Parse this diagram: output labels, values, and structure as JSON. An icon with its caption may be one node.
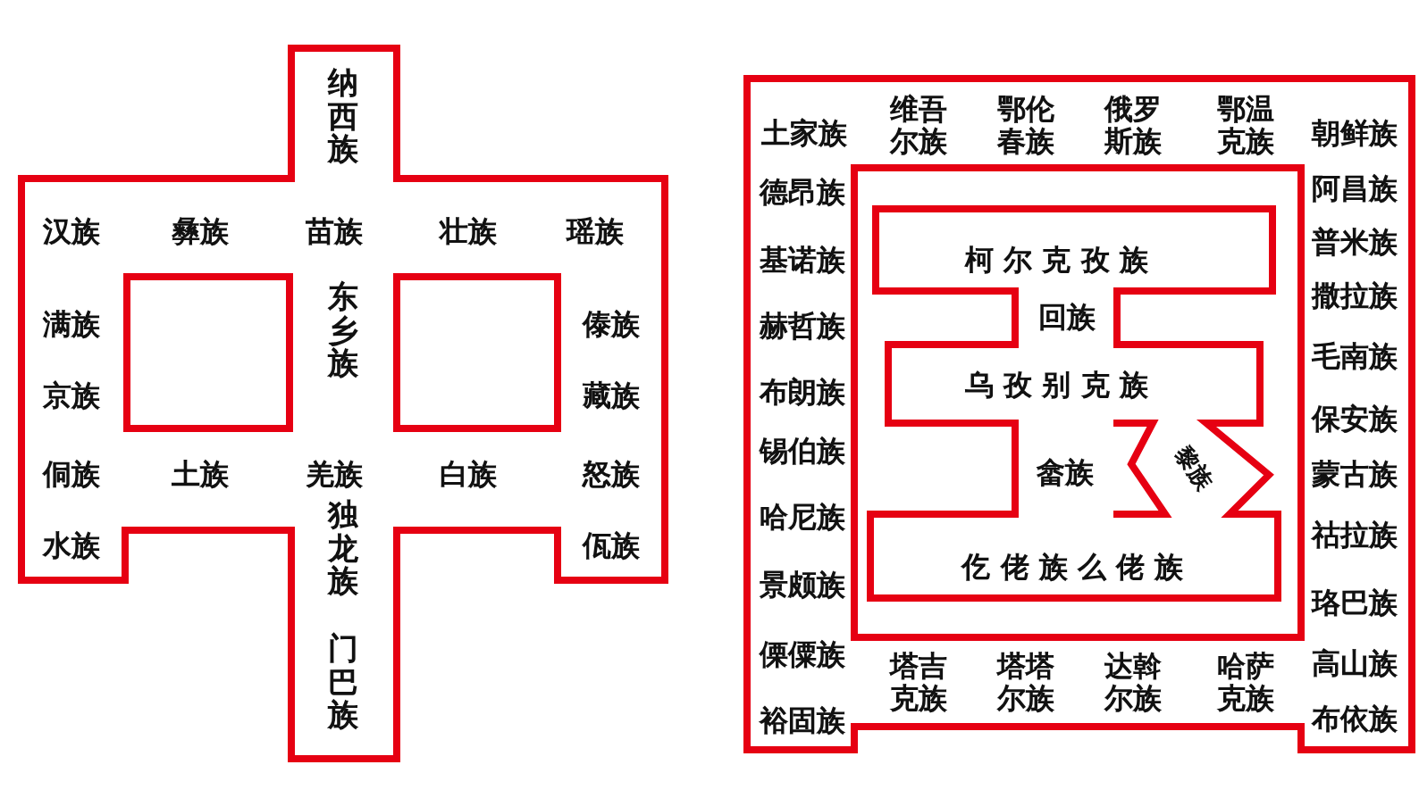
{
  "diagram": {
    "nodes": [
      {
        "text": [
          "纳西族",
          "汉族",
          "彝族",
          "苗族",
          "壮族",
          "瑶族",
          "满族",
          "东乡族",
          "傣族",
          "京族",
          "藏族",
          "侗族",
          "土族",
          "羌族",
          "白族",
          "怒族",
          "水族",
          "独龙族",
          "佤族",
          "门巴族"
        ]
      },
      {
        "text": [],
        "shape": "box",
        "in": 0
      },
      {
        "text": [],
        "shape": "box",
        "in": 0
      },
      {
        "text": [
          "土家族",
          "维吾尔族",
          "鄂伦春族",
          "俄罗斯族",
          "鄂温克族",
          "朝鲜族",
          "德昂族",
          "基诺族",
          "赫哲族",
          "布朗族",
          "锡伯族",
          "哈尼族",
          "景颇族",
          "傈僳族",
          "裕固族",
          "阿昌族",
          "普米族",
          "撒拉族",
          "毛南族",
          "保安族",
          "蒙古族",
          "祜拉族",
          "珞巴族",
          "高山族",
          "布依族",
          "塔吉克族",
          "塔塔尔族",
          "达斡尔族",
          "哈萨克族"
        ]
      },
      {
        "text": [],
        "shape": "box",
        "in": 3
      },
      {
        "text": [
          "柯尔克孜族",
          "回族",
          "乌孜别克族",
          "畲族",
          "黎族",
          "仡佬族么佬族"
        ],
        "in": 4
      }
    ]
  }
}
